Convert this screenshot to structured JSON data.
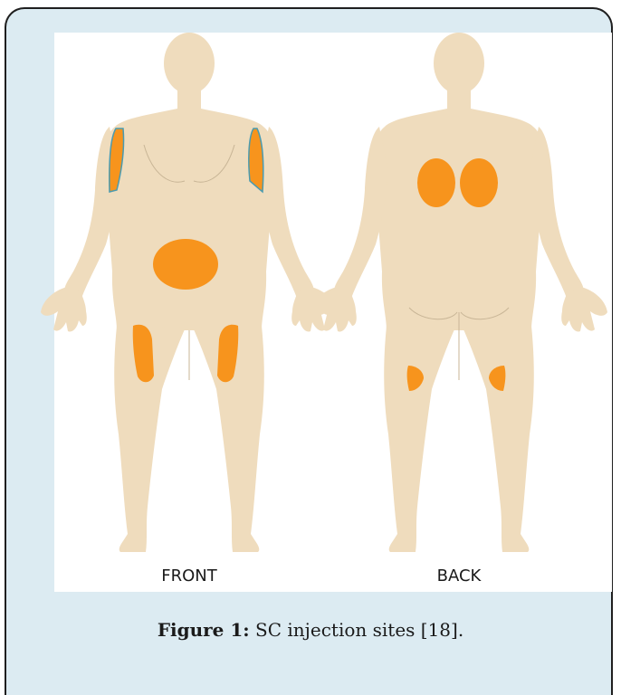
{
  "figure": {
    "front_label": "FRONT",
    "back_label": "BACK",
    "caption_prefix": "Figure 1:",
    "caption_text": " SC injection sites [18]."
  },
  "colors": {
    "frame_bg": "#dcebf2",
    "skin": "#efdcbd",
    "skin_line": "#c8b596",
    "injection_site": "#f7941d",
    "arm_outline": "#4a9bb0"
  }
}
